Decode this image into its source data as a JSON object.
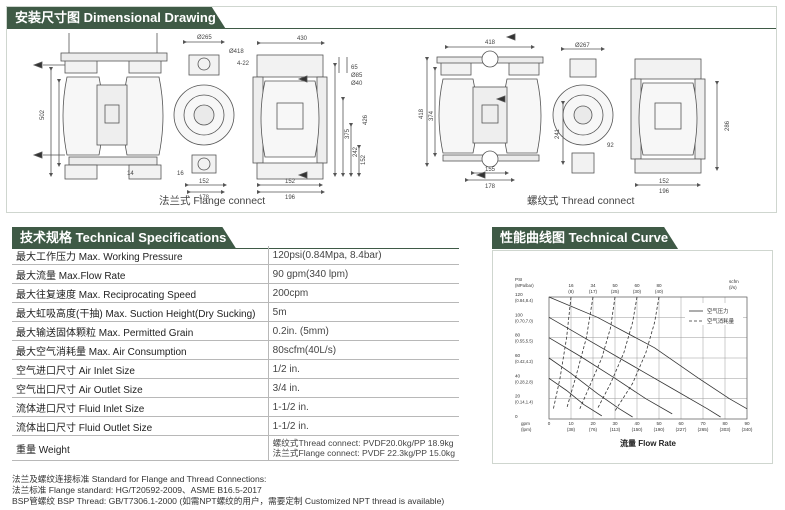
{
  "dimensional": {
    "title": "安装尺寸图 Dimensional Drawing",
    "flange_caption": "法兰式 Flange connect",
    "thread_caption": "螺纹式 Thread connect",
    "flange_dims": {
      "d265": "Ø265",
      "w430": "430",
      "d418": "Ø418",
      "d422": "4-22",
      "h502": "502",
      "h426": "426",
      "h375": "375",
      "h242": "242",
      "h152": "152",
      "d65": "65",
      "d85": "Ø85",
      "d40": "Ø40",
      "b152": "152",
      "b178": "178",
      "c152": "152",
      "c196": "196",
      "r14": "14",
      "r16": "16"
    },
    "thread_dims": {
      "d418": "418",
      "d267": "Ø267",
      "h418": "418",
      "h374": "374",
      "h286": "286",
      "h241": "241",
      "h92": "92",
      "b155": "155",
      "b178": "178",
      "c152": "152",
      "c196": "196"
    }
  },
  "specs": {
    "title": "技术规格 Technical Specifications",
    "rows": [
      {
        "label": "最大工作压力  Max. Working Pressure",
        "value": "120psi(0.84Mpa, 8.4bar)"
      },
      {
        "label": "最大流量  Max.Flow Rate",
        "value": "90 gpm(340 lpm)"
      },
      {
        "label": "最大往复速度  Max. Reciprocating Speed",
        "value": "200cpm"
      },
      {
        "label": "最大虹吸高度(干抽)  Max. Suction Height(Dry Sucking)",
        "value": "5m"
      },
      {
        "label": "最大输送固体颗粒  Max. Permitted Grain",
        "value": "0.2in. (5mm)"
      },
      {
        "label": "最大空气消耗量  Max. Air Consumption",
        "value": "80scfm(40L/s)"
      },
      {
        "label": "空气进口尺寸  Air Inlet Size",
        "value": "1/2 in."
      },
      {
        "label": "空气出口尺寸  Air Outlet Size",
        "value": "3/4 in."
      },
      {
        "label": "流体进口尺寸  Fluid Inlet Size",
        "value": "1-1/2 in."
      },
      {
        "label": "流体出口尺寸  Fluid Outlet Size",
        "value": "1-1/2 in."
      }
    ],
    "weight_label": "重量  Weight",
    "weight_line1": "螺纹式Thread connect: PVDF20.0kg/PP 18.9kg",
    "weight_line2": "法兰式Flange connect: PVDF 22.3kg/PP 15.0kg"
  },
  "notes": {
    "line1": "法兰及螺纹连接标准 Standard for Flange and Thread Connections:",
    "line2": "法兰标准 Flange standard: HG/T20592-2009、ASME B16.5-2017",
    "line3": "BSP管螺纹 BSP Thread: GB/T7306.1-2000 (如需NPT螺纹的用户，需要定制 Customized NPT thread is available)"
  },
  "chart_data": {
    "type": "line",
    "header": "性能曲线图 Technical Curve",
    "title": "",
    "xlabel": "流量 Flow Rate",
    "x_unit": "gpm",
    "x_unit2": "(lpm)",
    "y_unit": "PSI",
    "y_unit2": "(MPa/bar)",
    "air_unit": "scfm",
    "air_unit2": "(l/s)",
    "x_ticks": [
      {
        "v": 0,
        "top": "0",
        "bottom": ""
      },
      {
        "v": 10,
        "top": "10",
        "bottom": "(38)"
      },
      {
        "v": 20,
        "top": "20",
        "bottom": "(76)"
      },
      {
        "v": 30,
        "top": "30",
        "bottom": "(113)"
      },
      {
        "v": 40,
        "top": "40",
        "bottom": "(150)"
      },
      {
        "v": 50,
        "top": "50",
        "bottom": "(190)"
      },
      {
        "v": 60,
        "top": "60",
        "bottom": "(227)"
      },
      {
        "v": 70,
        "top": "70",
        "bottom": "(265)"
      },
      {
        "v": 80,
        "top": "80",
        "bottom": "(303)"
      },
      {
        "v": 90,
        "top": "90",
        "bottom": "(340)"
      }
    ],
    "y_ticks": [
      {
        "v": 0,
        "top": "0",
        "bottom": ""
      },
      {
        "v": 20,
        "top": "20",
        "bottom": "(0.14,1.4)"
      },
      {
        "v": 40,
        "top": "40",
        "bottom": "(0.28,2.8)"
      },
      {
        "v": 60,
        "top": "60",
        "bottom": "(0.42,4.2)"
      },
      {
        "v": 80,
        "top": "80",
        "bottom": "(0.55,5.5)"
      },
      {
        "v": 100,
        "top": "100",
        "bottom": "(0.70,7.0)"
      },
      {
        "v": 120,
        "top": "120",
        "bottom": "(0.84,8.4)"
      }
    ],
    "air_ticks": [
      {
        "x": 10,
        "top": "16",
        "bottom": "(8)"
      },
      {
        "x": 20,
        "top": "34",
        "bottom": "(17)"
      },
      {
        "x": 30,
        "top": "50",
        "bottom": "(25)"
      },
      {
        "x": 40,
        "top": "60",
        "bottom": "(30)"
      },
      {
        "x": 50,
        "top": "80",
        "bottom": "(40)"
      }
    ],
    "xlim": [
      0,
      90
    ],
    "ylim": [
      0,
      120
    ],
    "grid": true,
    "legend": "top-right",
    "series": [
      {
        "name": "空气压力",
        "style": "solid",
        "curves": [
          [
            [
              0,
              120
            ],
            [
              22,
              100
            ],
            [
              48,
              70
            ],
            [
              68,
              40
            ],
            [
              82,
              20
            ],
            [
              90,
              10
            ]
          ],
          [
            [
              0,
              100
            ],
            [
              16,
              80
            ],
            [
              36,
              55
            ],
            [
              56,
              30
            ],
            [
              72,
              10
            ],
            [
              78,
              2
            ]
          ],
          [
            [
              0,
              80
            ],
            [
              14,
              62
            ],
            [
              30,
              40
            ],
            [
              44,
              20
            ],
            [
              56,
              5
            ]
          ],
          [
            [
              0,
              60
            ],
            [
              10,
              45
            ],
            [
              22,
              25
            ],
            [
              32,
              10
            ],
            [
              38,
              2
            ]
          ],
          [
            [
              0,
              40
            ],
            [
              8,
              28
            ],
            [
              16,
              14
            ],
            [
              24,
              3
            ]
          ]
        ]
      },
      {
        "name": "空气消耗量",
        "style": "dashed",
        "curves": [
          [
            [
              10,
              120
            ],
            [
              8,
              80
            ],
            [
              5,
              40
            ],
            [
              2,
              10
            ]
          ],
          [
            [
              20,
              120
            ],
            [
              17,
              80
            ],
            [
              12,
              40
            ],
            [
              8,
              10
            ]
          ],
          [
            [
              30,
              120
            ],
            [
              28,
              90
            ],
            [
              24,
              60
            ],
            [
              18,
              30
            ],
            [
              14,
              10
            ]
          ],
          [
            [
              40,
              120
            ],
            [
              38,
              95
            ],
            [
              34,
              65
            ],
            [
              28,
              35
            ],
            [
              22,
              10
            ]
          ],
          [
            [
              50,
              120
            ],
            [
              48,
              95
            ],
            [
              44,
              65
            ],
            [
              38,
              35
            ],
            [
              30,
              8
            ]
          ]
        ]
      }
    ]
  }
}
